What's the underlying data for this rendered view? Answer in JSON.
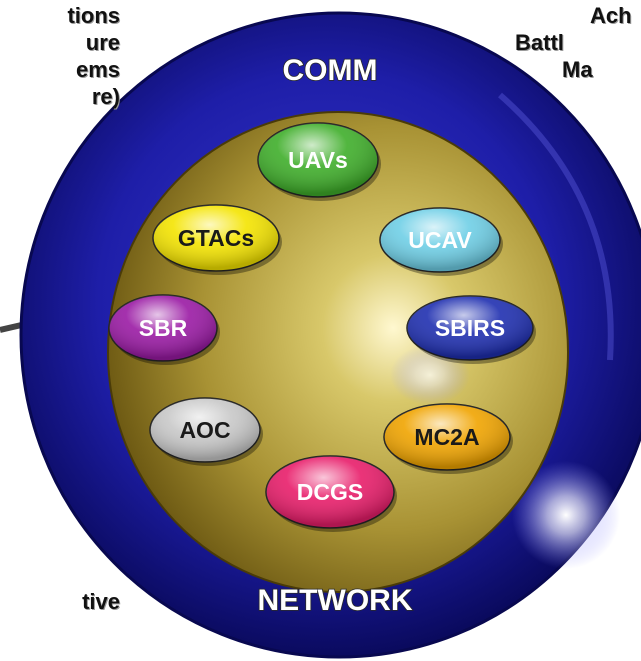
{
  "left_text_top": [
    "tions",
    "ure",
    "ems",
    "re)"
  ],
  "right_text_top": [
    "Ach",
    "Battl",
    "Ma"
  ],
  "left_text_bottom": [
    "tive"
  ],
  "ring": {
    "top_label": "COMM",
    "bottom_label": "NETWORK"
  },
  "nodes": [
    {
      "label": "UAVs",
      "color": "#3fae2a",
      "text_color": "#ffffff"
    },
    {
      "label": "GTACs",
      "color": "#f4e400",
      "text_color": "#1a1a1a"
    },
    {
      "label": "UCAV",
      "color": "#6fcfe6",
      "text_color": "#ffffff"
    },
    {
      "label": "SBR",
      "color": "#9a1aa4",
      "text_color": "#ffffff"
    },
    {
      "label": "SBIRS",
      "color": "#1f2fb0",
      "text_color": "#ffffff"
    },
    {
      "label": "AOC",
      "color": "#c8c8c8",
      "text_color": "#1a1a1a"
    },
    {
      "label": "MC2A",
      "color": "#f0a400",
      "text_color": "#1a1a1a"
    },
    {
      "label": "DCGS",
      "color": "#e81d6a",
      "text_color": "#ffffff"
    }
  ],
  "colors": {
    "ring": "#1a1a8c",
    "ring_edge": "#0a0a4a",
    "core": "#c9b84a",
    "core_dark": "#6e5a12"
  }
}
